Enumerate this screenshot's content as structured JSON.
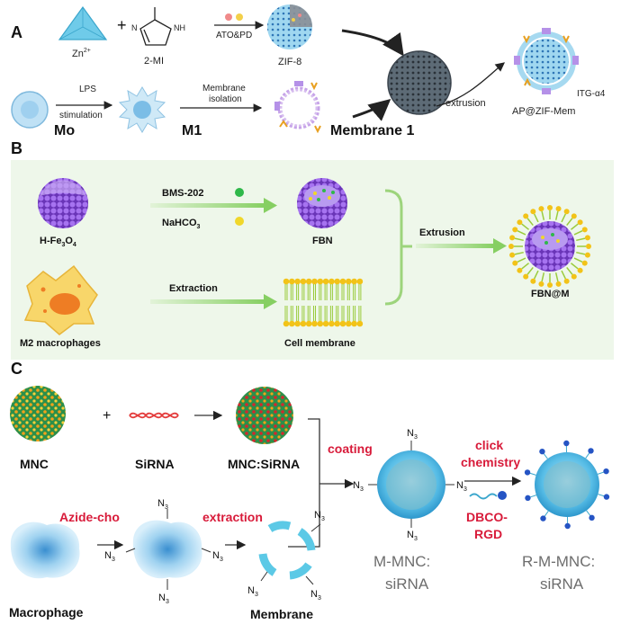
{
  "panelA": {
    "label": "A",
    "zn": "Zn",
    "zn_sup": "2+",
    "plus": "+",
    "nh": "NH",
    "n": "N",
    "mi": "2-MI",
    "ato_pd": "ATO&PD",
    "zif8": "ZIF-8",
    "lps1": "LPS",
    "lps2": "stimulation",
    "memiso1": "Membrane",
    "memiso2": "isolation",
    "mo": "Mo",
    "m1": "M1",
    "membrane1": "Membrane 1",
    "extrusion": "extrusion",
    "itg": "ITG-α4",
    "ap": "AP@ZIF-Mem"
  },
  "panelB": {
    "label": "B",
    "hfe": "H-Fe",
    "hfe_sub1": "3",
    "hfe_o": "O",
    "hfe_sub2": "4",
    "bms": "BMS-202",
    "nahco": "NaHCO",
    "nahco_sub": "3",
    "fbn": "FBN",
    "extrusion": "Extrusion",
    "extraction": "Extraction",
    "fbnm": "FBN@M",
    "m2": "M2 macrophages",
    "cellmem": "Cell membrane"
  },
  "panelC": {
    "label": "C",
    "plus": "+",
    "mnc": "MNC",
    "sirna": "SiRNA",
    "mncsirna": "MNC:SiRNA",
    "coating": "coating",
    "click1": "click",
    "click2": "chemistry",
    "dbco1": "DBCO-",
    "dbco2": "RGD",
    "azide": "Azide-cho",
    "extraction": "extraction",
    "n3": "N",
    "n3_sub": "3",
    "mmnc1": "M-MNC:",
    "mmnc2": "siRNA",
    "rmmnc1": "R-M-MNC:",
    "rmmnc2": "siRNA",
    "macrophage": "Macrophage",
    "membrane": "Membrane"
  },
  "colors": {
    "red_label": "#d81b3a",
    "panelB_bg": "#eef7ea",
    "arrow_green": "#8ed46e",
    "ball_purple": "#8a4fd6",
    "lipid_yellow": "#f2c318",
    "lipid_green": "#9acb3c",
    "blue_sphere": "#4fb8e4",
    "zif_gray": "#5d6b76"
  }
}
